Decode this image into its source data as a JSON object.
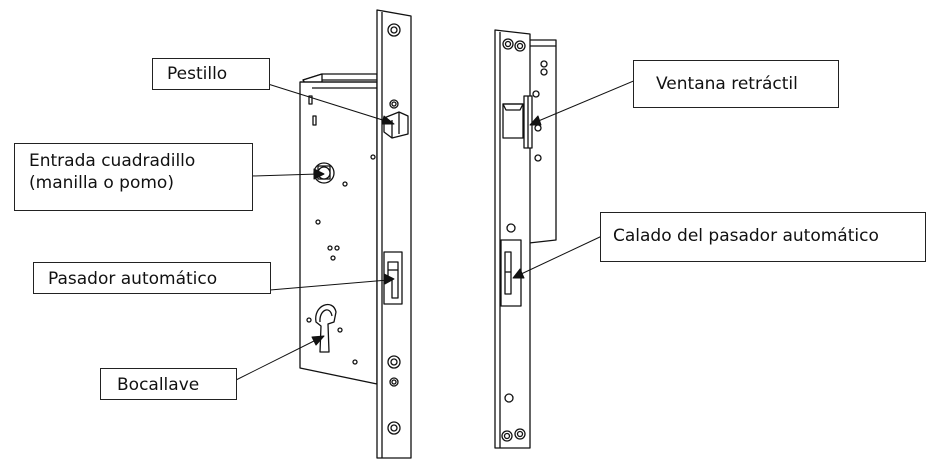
{
  "labels": {
    "pestillo": "Pestillo",
    "entrada_line1": "Entrada cuadradillo",
    "entrada_line2": "(manilla o pomo)",
    "pasador": "Pasador automático",
    "bocallave": "Bocallave",
    "ventana": "Ventana retráctil",
    "calado": "Calado del pasador automático"
  },
  "colors": {
    "stroke": "#111111",
    "background": "#ffffff"
  }
}
